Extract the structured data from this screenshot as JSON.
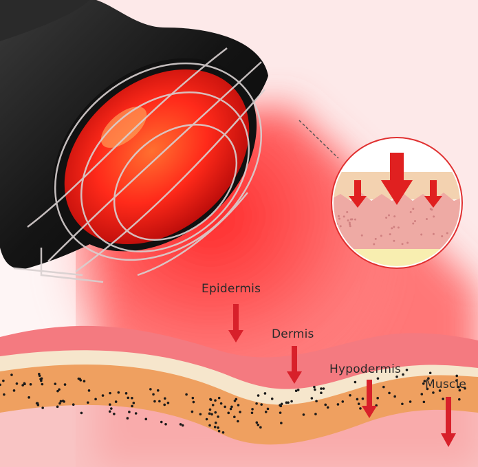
{
  "layers": [
    {
      "label": "Epidermis"
    },
    {
      "label": "Dermis"
    },
    {
      "label": "Hypodermis"
    },
    {
      "label": "Muscle"
    }
  ],
  "colors": {
    "light_red": "#ff2a1a",
    "arrow": "#d8202a",
    "lamp_shade": "#1a1a1a",
    "epidermis_band": "#f47a80",
    "dermis_band": "#f6e6cc",
    "fat_band": "#eea060"
  }
}
